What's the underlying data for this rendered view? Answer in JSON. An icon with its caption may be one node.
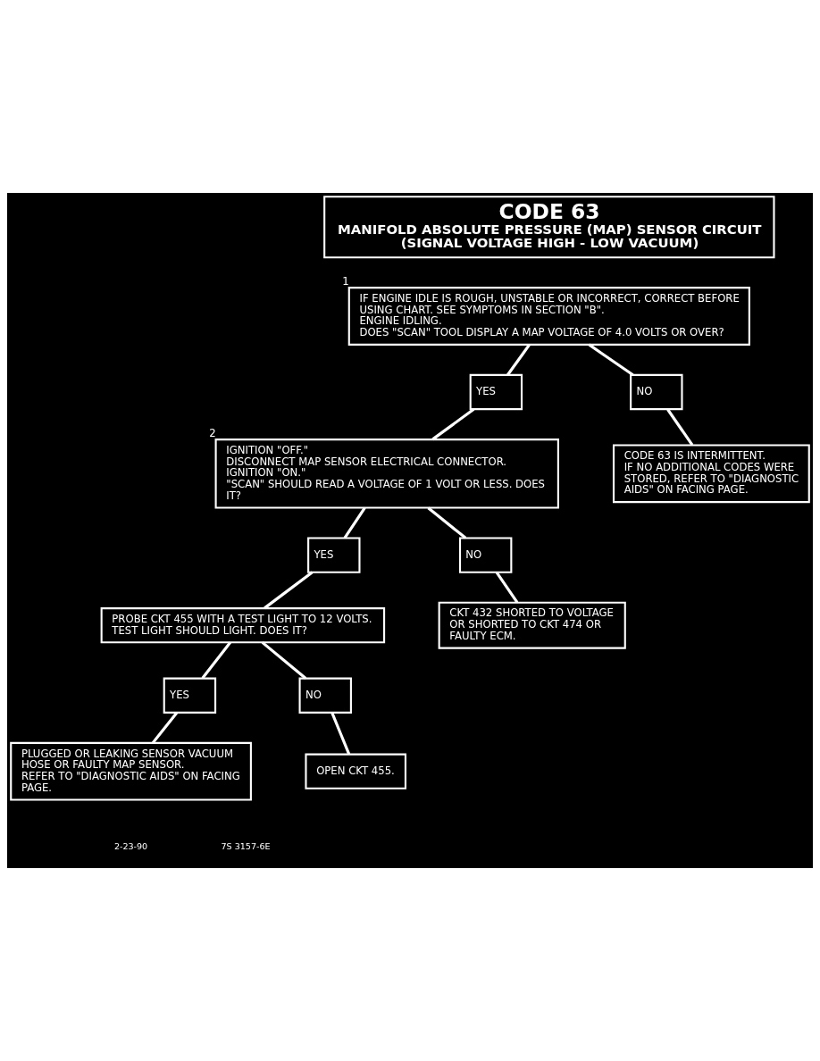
{
  "diagram": {
    "nodes": [
      {
        "text": [
          "CODE 63",
          "MANIFOLD ABSOLUTE PRESSURE (MAP) SENSOR CIRCUIT",
          "(SIGNAL VOLTAGE HIGH - LOW VACUUM)"
        ]
      },
      {
        "text": [
          "IF ENGINE IDLE IS ROUGH, UNSTABLE OR INCORRECT, CORRECT BEFORE USING CHART. SEE SYMPTOMS IN SECTION \"B\".",
          "ENGINE IDLING.",
          "DOES \"SCAN\" TOOL DISPLAY A MAP VOLTAGE OF 4.0 VOLTS OR OVER?"
        ],
        "beside": [
          "1"
        ]
      },
      {
        "text": [
          "YES"
        ]
      },
      {
        "text": [
          "NO"
        ]
      },
      {
        "text": [
          "IGNITION \"OFF.\"",
          "DISCONNECT MAP SENSOR ELECTRICAL CONNECTOR.",
          "IGNITION \"ON.\"",
          "\"SCAN\" SHOULD READ A VOLTAGE OF 1 VOLT OR LESS. DOES IT?"
        ],
        "beside": [
          "2"
        ]
      },
      {
        "text": [
          "CODE 63 IS INTERMITTENT.",
          "IF NO ADDITIONAL CODES WERE STORED, REFER TO \"DIAGNOSTIC AIDS\" ON FACING PAGE."
        ]
      },
      {
        "text": [
          "YES"
        ]
      },
      {
        "text": [
          "NO"
        ]
      },
      {
        "text": [
          "PROBE CKT 455 WITH A TEST LIGHT TO 12 VOLTS.",
          "TEST LIGHT SHOULD LIGHT. DOES IT?"
        ]
      },
      {
        "text": [
          "CKT 432 SHORTED TO VOLTAGE OR SHORTED TO CKT 474 OR FAULTY ECM."
        ]
      },
      {
        "text": [
          "YES"
        ]
      },
      {
        "text": [
          "NO"
        ]
      },
      {
        "text": [
          "PLUGGED OR LEAKING SENSOR VACUUM HOSE OR FAULTY MAP SENSOR.",
          "REFER TO \"DIAGNOSTIC AIDS\" ON FACING PAGE."
        ]
      },
      {
        "text": [
          "OPEN CKT 455."
        ]
      }
    ],
    "edges": [
      {
        "from": 1,
        "to": 2,
        "arrow": "none"
      },
      {
        "from": 1,
        "to": 3,
        "arrow": "none"
      },
      {
        "from": 2,
        "to": 4,
        "arrow": "none"
      },
      {
        "from": 3,
        "to": 5,
        "arrow": "none"
      },
      {
        "from": 4,
        "to": 6,
        "arrow": "none"
      },
      {
        "from": 4,
        "to": 7,
        "arrow": "none"
      },
      {
        "from": 6,
        "to": 8,
        "arrow": "none"
      },
      {
        "from": 7,
        "to": 9,
        "arrow": "none"
      },
      {
        "from": 8,
        "to": 10,
        "arrow": "none"
      },
      {
        "from": 8,
        "to": 11,
        "arrow": "none"
      },
      {
        "from": 10,
        "to": 12,
        "arrow": "none"
      },
      {
        "from": 11,
        "to": 13,
        "arrow": "none"
      }
    ],
    "labels": [
      "2-23-90",
      "7S 3157-6E"
    ]
  }
}
